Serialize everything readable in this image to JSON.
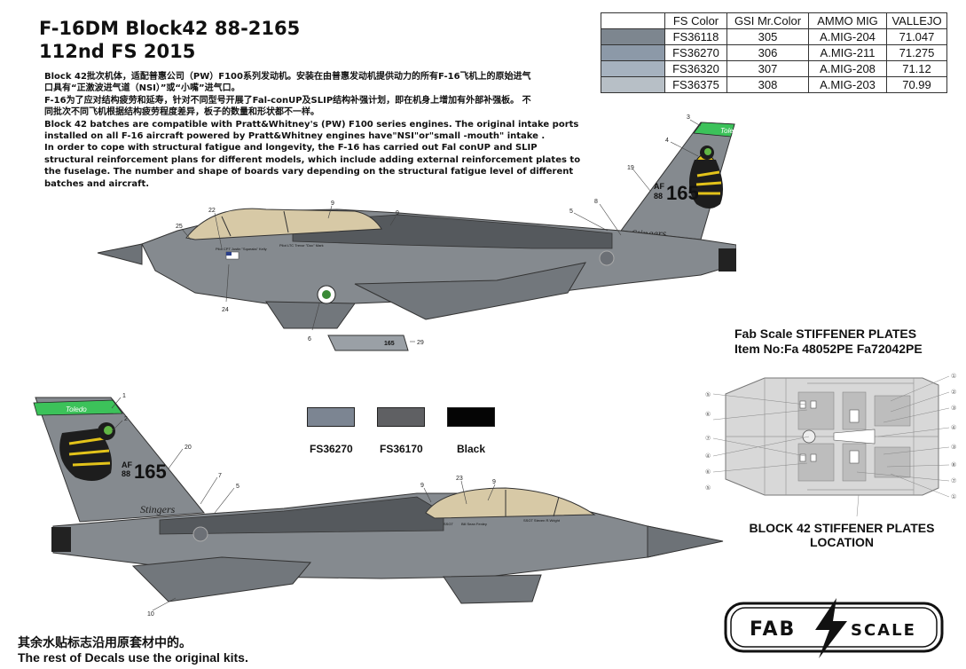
{
  "title": {
    "line1": "F-16DM Block42 88-2165",
    "line2": "112nd FS  2015"
  },
  "intro": [
    "Block 42批次机体，适配普惠公司（PW）F100系列发动机。安装在由普惠发动机提供动力的所有F-16飞机上的原始进气",
    "口具有“正激波进气道（NSI）”或“小嘴”进气口。",
    "F-16为了应对结构疲劳和延寿，针对不同型号开展了Fal-conUP及SLIP结构补强计划，即在机身上增加有外部补强板。 不",
    "同批次不同飞机根据结构疲劳程度差异，板子的数量和形状都不一样。",
    "Block 42 batches are compatible with Pratt&Whitney's (PW) F100 series engines. The original intake ports",
    "installed on all F-16 aircraft powered by Pratt&Whitney engines have\"NSI\"or\"small -mouth\" intake .",
    "In order to cope with structural fatigue and longevity, the F-16 has carried out Fal conUP and SLIP",
    "structural reinforcement plans for different models, which include adding external reinforcement plates to",
    "the fuselage. The number and shape of boards vary depending on the structural fatigue level of different",
    "batches and aircraft."
  ],
  "color_table": {
    "headers": [
      "FS Color",
      "GSI Mr.Color",
      "AMMO MIG",
      "VALLEJO"
    ],
    "rows": [
      {
        "swatch": "#7d868f",
        "fs": "FS36118",
        "gsi": "305",
        "mig": "A.MIG-204",
        "vallejo": "71.047"
      },
      {
        "swatch": "#8c99a8",
        "fs": "FS36270",
        "gsi": "306",
        "mig": "A.MIG-211",
        "vallejo": "71.275"
      },
      {
        "swatch": "#a6b2bf",
        "fs": "FS36320",
        "gsi": "307",
        "mig": "A.MIG-208",
        "vallejo": "71.12"
      },
      {
        "swatch": "#b7bfc6",
        "fs": "FS36375",
        "gsi": "308",
        "mig": "A.MIG-203",
        "vallejo": "70.99"
      }
    ]
  },
  "swatches": [
    {
      "label": "FS36270",
      "color": "#7c8592"
    },
    {
      "label": "FS36170",
      "color": "#5f6063"
    },
    {
      "label": "Black",
      "color": "#050505"
    }
  ],
  "aircraft": {
    "base_color": "#858a8f",
    "dark_color": "#55595d",
    "tail_unit": "Toledo",
    "tail_code": "AF",
    "tail_year": "88",
    "tail_number": "165",
    "squadron": "Stingers",
    "pilot_name_left": "Pilot CPT Justin \"Squeaks\" Kelly",
    "pilot_name_right": "Pilot LTC Trevor \"Doc\" Mark",
    "crew_name_1": "SSGT",
    "crew_name_2": "Bill Sean Fenley",
    "crew_name_3": "SSGT Steven R.Wright",
    "pylon_number": "165"
  },
  "callouts_top": [
    "3",
    "4",
    "19",
    "8",
    "5",
    "22",
    "9",
    "9",
    "25",
    "24",
    "6",
    "29"
  ],
  "callouts_bottom": [
    "1",
    "2",
    "20",
    "7",
    "5",
    "9",
    "23",
    "9",
    "10"
  ],
  "stiffener_callouts_left": [
    "⑤",
    "⑥",
    "⑦",
    "④",
    "⑥",
    "⑤"
  ],
  "stiffener_callouts_right": [
    "①",
    "②",
    "③",
    "④",
    "③",
    "⑧",
    "⑦",
    "①"
  ],
  "fab": {
    "heading_line1": "Fab Scale  STIFFENER PLATES",
    "heading_line2": "Item No:Fa 48052PE   Fa72042PE",
    "caption_line1": "BLOCK 42 STIFFENER PLATES",
    "caption_line2": "LOCATION",
    "logo_left": "FAB",
    "logo_right": "SCALE"
  },
  "footer": {
    "line1": "其余水贴标志沿用原套材中的。",
    "line2": "The rest of Decals use the  original kits."
  }
}
